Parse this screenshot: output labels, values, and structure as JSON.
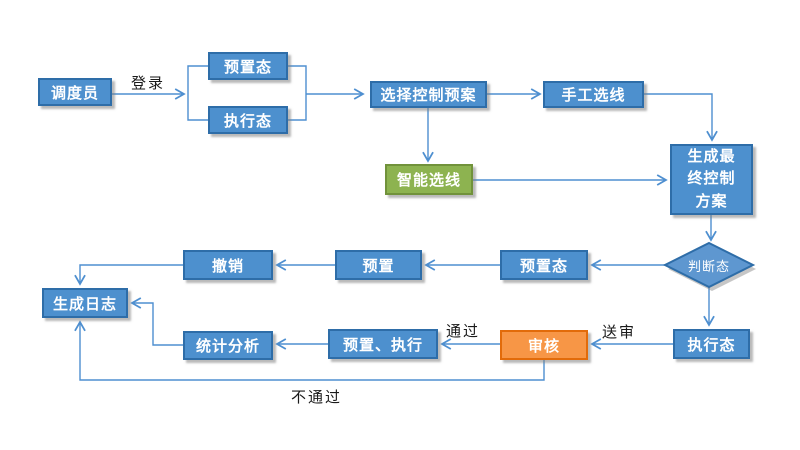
{
  "diagram": {
    "type": "flowchart",
    "background": "#ffffff",
    "colors": {
      "node_blue_fill": "#4D90CE",
      "node_blue_border": "#2E6DA8",
      "node_green_fill": "#8DB350",
      "node_green_border": "#71923B",
      "node_orange_fill": "#F79646",
      "node_orange_border": "#E26B0A",
      "connector": "#4E8FD0",
      "node_text": "#FFFFFF",
      "edge_label_text": "#1A1A1A"
    },
    "nodes": {
      "dispatcher": "调度员",
      "preset_state_top": "预置态",
      "exec_state_top": "执行态",
      "select_control_plan": "选择控制预案",
      "manual_line_select": "手工选线",
      "smart_line_select": "智能选线",
      "generate_final_plan": "生成最终控制方案",
      "judge_state": "判断态",
      "preset_state_mid": "预置态",
      "preset": "预置",
      "revoke": "撤销",
      "generate_log": "生成日志",
      "stats_analysis": "统计分析",
      "preset_exec": "预置、执行",
      "review": "审核",
      "exec_state_bottom": "执行态"
    },
    "edge_labels": {
      "login": "登录",
      "pass": "通过",
      "submit_review": "送审",
      "reject": "不通过"
    }
  }
}
